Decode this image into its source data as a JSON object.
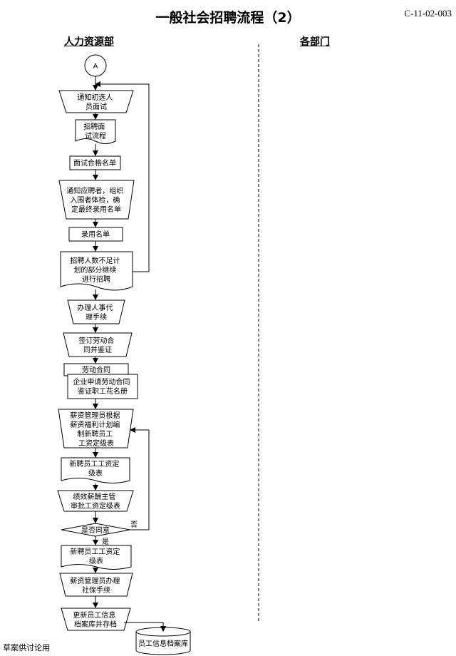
{
  "page": {
    "title": "一般社会招聘流程（2）",
    "code": "C-11-02-003",
    "footer": "草案供讨论用"
  },
  "columns": {
    "hr": "人力资源部",
    "departments": "各部门"
  },
  "connector": {
    "label": "A"
  },
  "steps": {
    "notify_initial": [
      "通知初选人",
      "员面试"
    ],
    "interview_process": [
      "招聘面",
      "试流程"
    ],
    "qualified_list": [
      "面试合格名单"
    ],
    "notify_applicants": [
      "通知应聘者，组织",
      "入围者体检，确",
      "定最终录用名单"
    ],
    "hire_list": [
      "录用名单"
    ],
    "continue_recruit": [
      "招聘人数不足计",
      "划的部分继续",
      "进行招聘"
    ],
    "personnel_agency": [
      "办理人事代",
      "理手续"
    ],
    "sign_contract": [
      "签订劳动合",
      "同并鉴证"
    ],
    "labor_contract": [
      "劳动合同"
    ],
    "apply_verification": [
      "企业申请劳动合同",
      "鉴证职工花名册"
    ],
    "salary_prepare": [
      "薪资管理员根据",
      "薪资福利计划编",
      "制新聘员工",
      "工资定级表"
    ],
    "new_salary_table": [
      "新聘员工工资定",
      "级表"
    ],
    "approve_salary": [
      "绩效薪酬主管",
      "审批工资定级表"
    ],
    "agree_decision": [
      "是否同意"
    ],
    "new_salary_table_final": [
      "新聘员工工资定",
      "级表"
    ],
    "social_insurance": [
      "薪资管理员办理",
      "社保手续"
    ],
    "update_archive": [
      "更新员工信息",
      "档案库并存档"
    ],
    "archive_db": [
      "员工信息档案库"
    ]
  },
  "edge_labels": {
    "no": "否",
    "yes": "是"
  }
}
